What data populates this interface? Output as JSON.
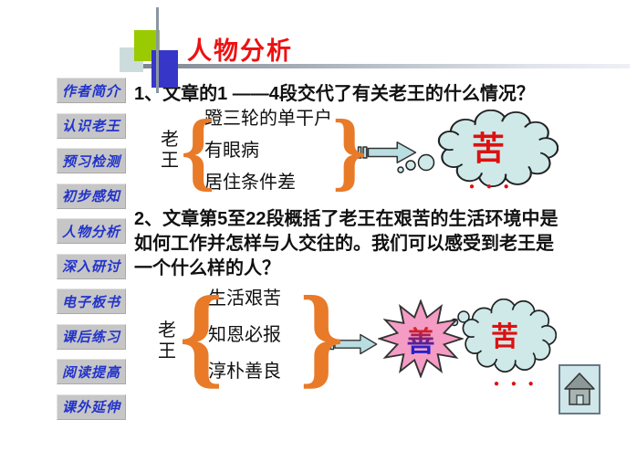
{
  "slide_title": {
    "text": "人物分析"
  },
  "sidebar": {
    "items": [
      {
        "label": "作者简介"
      },
      {
        "label": "认识老王"
      },
      {
        "label": "预习检测"
      },
      {
        "label": "初步感知"
      },
      {
        "label": "人物分析"
      },
      {
        "label": "深入研讨"
      },
      {
        "label": "电子板书"
      },
      {
        "label": "课后练习"
      },
      {
        "label": "阅读提高"
      },
      {
        "label": "课外延伸"
      }
    ]
  },
  "main": {
    "question1": "1、文章的1 ——4段交代了有关老王的什么情况？",
    "question2": "2、文章第5至22段概括了老王在艰苦的生活环境中是如何工作并怎样与人交往的。我们可以感受到老王是一个什么样的人？",
    "diagram1": {
      "subject": "老王",
      "items": [
        "蹬三轮的单干户",
        "有眼病",
        "居住条件差"
      ],
      "result": "苦",
      "dots": "● ● ●"
    },
    "diagram2": {
      "subject": "老王",
      "items": [
        "生活艰苦",
        "知恩必报",
        "淳朴善良"
      ],
      "result_burst": "善",
      "result_cloud": "苦",
      "dots": "● ● ●"
    }
  },
  "glyphs": {
    "brace_open": "{",
    "brace_close": "}"
  },
  "colors": {
    "title": "#ee1111",
    "sidebar_text": "#2233cc",
    "sidebar_bg": "#c6c6c6",
    "brace": "#e87a28",
    "arrow_fill": "#b9dee2",
    "cloud_fill": "#cfe9e9",
    "burst_fill": "#f59cc4",
    "result_red": "#dd1111",
    "burst_text_top": "#dd2222",
    "burst_text_bottom": "#2222cc",
    "home_bg": "#cfe6ea"
  },
  "icons": {
    "home": "home-icon",
    "arrow": "striped-arrow-icon",
    "cloud": "thought-cloud-icon",
    "burst": "starburst-icon"
  }
}
